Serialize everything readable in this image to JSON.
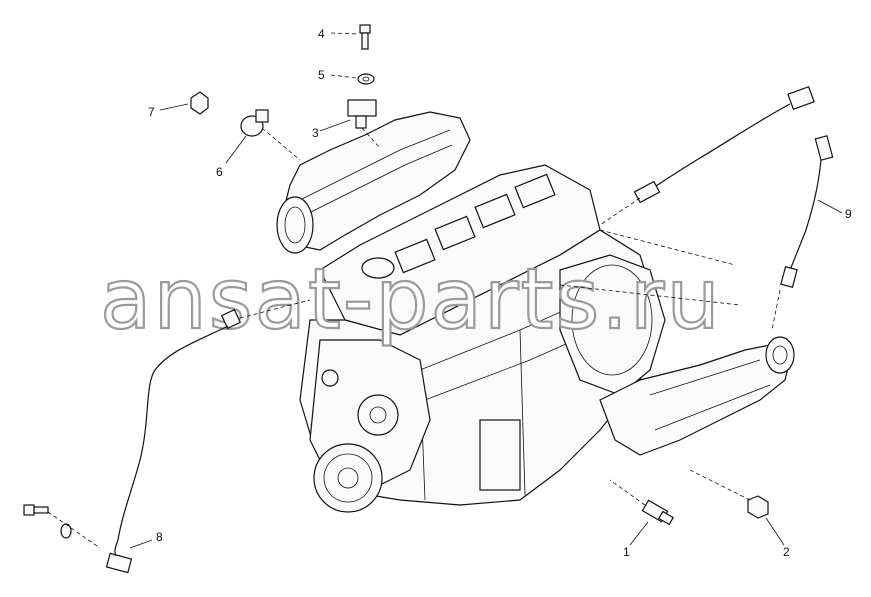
{
  "watermark": "ansat-parts.ru",
  "callouts": {
    "c1": "1",
    "c2": "2",
    "c3": "3",
    "c4": "4",
    "c5": "5",
    "c6": "6",
    "c7": "7",
    "c8": "8",
    "c9": "9"
  },
  "colors": {
    "line": "#111111",
    "background": "#ffffff",
    "watermark_stroke": "#9a9a9a"
  }
}
